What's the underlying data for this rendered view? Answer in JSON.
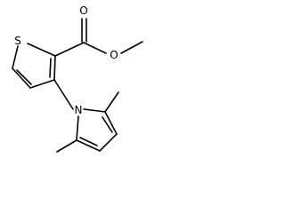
{
  "structure": {
    "atoms": {
      "sulfur": "S",
      "carbonyl_oxygen": "O",
      "ester_oxygen": "O",
      "nitrogen": "N"
    }
  }
}
